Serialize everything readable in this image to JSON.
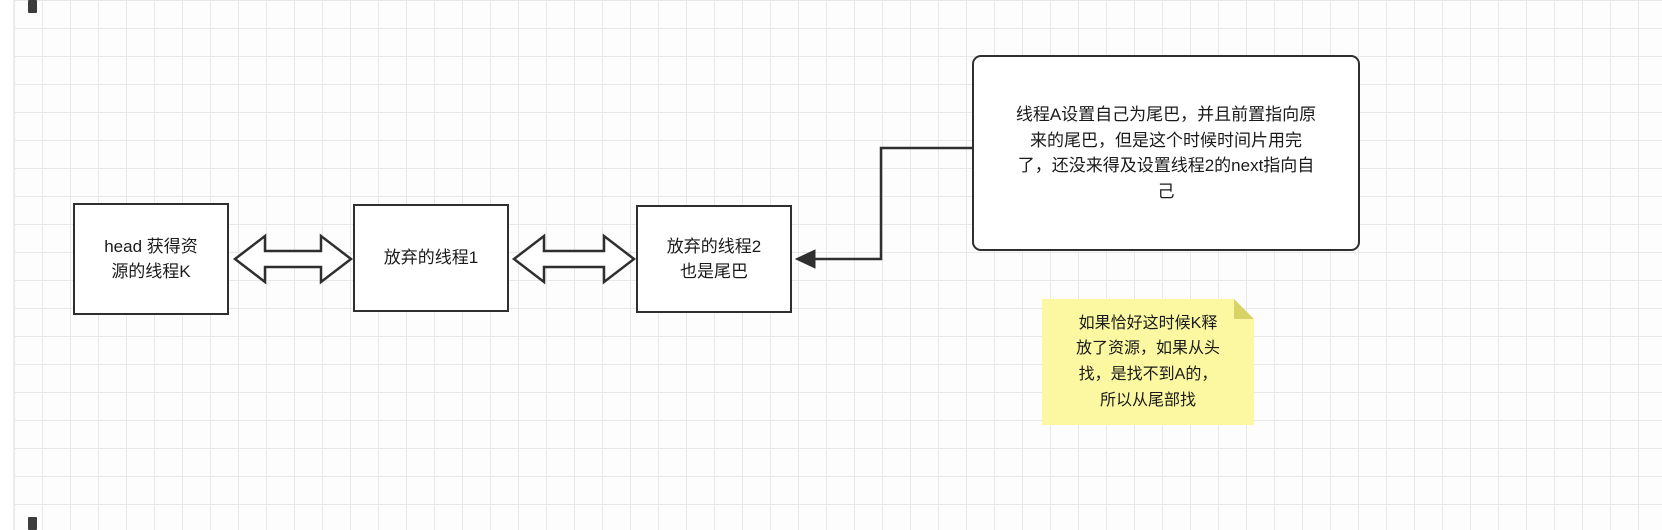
{
  "canvas": {
    "background": "#ffffff",
    "grid_color": "#e8e8e8"
  },
  "nodes": {
    "head": {
      "label": "head 获得资\n源的线程K"
    },
    "thread1": {
      "label": "放弃的线程1"
    },
    "thread2": {
      "label": "放弃的线程2\n也是尾巴"
    },
    "threadA": {
      "label": "线程A设置自己为尾巴，并且前置指向原\n来的尾巴，但是这个时候时间片用完\n了，还没来得及设置线程2的next指向自\n己"
    }
  },
  "sticky_note": {
    "label": "如果恰好这时候K释\n放了资源，如果从头\n找，是找不到A的，\n所以从尾部找",
    "color": "#fcf8a2",
    "fold_color": "#d8d367"
  },
  "connectors": {
    "stroke": "#2f2f2f",
    "arrow_head_thread1": "bidirectional",
    "thread1_thread2": "bidirectional",
    "threadA_thread2": "directed"
  }
}
